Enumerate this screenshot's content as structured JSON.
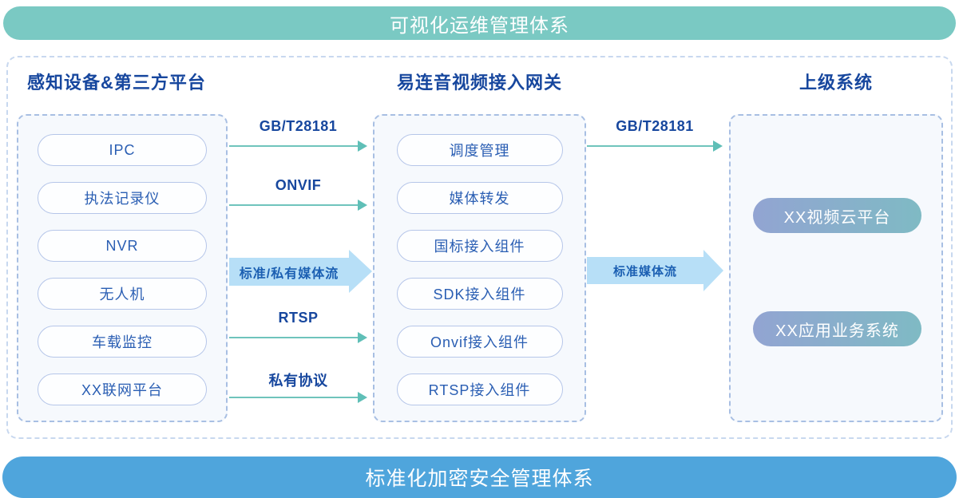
{
  "top_banner": {
    "label": "可视化运维管理体系"
  },
  "bottom_banner": {
    "label": "标准化加密安全管理体系"
  },
  "columns": {
    "devices": {
      "title": "感知设备&第三方平台",
      "items": [
        "IPC",
        "执法记录仪",
        "NVR",
        "无人机",
        "车载监控",
        "XX联网平台"
      ]
    },
    "gateway": {
      "title": "易连音视频接入网关",
      "items": [
        "调度管理",
        "媒体转发",
        "国标接入组件",
        "SDK接入组件",
        "Onvif接入组件",
        "RTSP接入组件"
      ]
    },
    "upper": {
      "title": "上级系统",
      "items": [
        "XX视频云平台",
        "XX应用业务系统"
      ]
    }
  },
  "arrows": {
    "left_to_gateway": [
      {
        "label": "GB/T28181",
        "type": "thin"
      },
      {
        "label": "ONVIF",
        "type": "thin"
      },
      {
        "label": "标准/私有媒体流",
        "type": "big"
      },
      {
        "label": "RTSP",
        "type": "thin"
      },
      {
        "label": "私有协议",
        "type": "thin"
      }
    ],
    "gateway_to_upper": [
      {
        "label": "GB/T28181",
        "type": "thin"
      },
      {
        "label": "标准媒体流",
        "type": "big"
      }
    ]
  },
  "colors": {
    "top_banner_bg": "#7AC9C3",
    "bottom_banner_bg": "#4FA5DC",
    "title_text": "#17479E",
    "pill_text": "#2A5EB3",
    "pill_border": "#B6C6E9",
    "group_box_bg": "#F6F9FD",
    "group_box_border": "#A8BFE3",
    "outer_border": "#C8D8EF",
    "thin_arrow": "#6FC4BC",
    "big_arrow_bg": "#B7DFF7",
    "big_arrow_text": "#1B5FB2",
    "gradient_pill_start": "#92A4D2",
    "gradient_pill_end": "#7FBAC4"
  }
}
